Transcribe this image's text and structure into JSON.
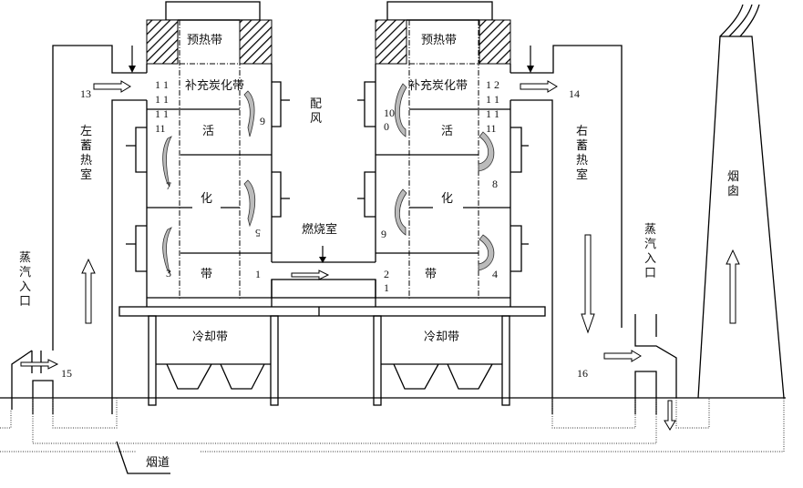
{
  "labels": {
    "preheat_zone": "预热带",
    "supp_carbonization": "补充炭化带",
    "act": "活",
    "hua": "化",
    "dai": "带",
    "air_mix": [
      "配",
      "风"
    ],
    "combustion_chamber": "燃烧室",
    "left_regenerator": [
      "左",
      "蓄",
      "热",
      "室"
    ],
    "right_regenerator": [
      "右",
      "蓄",
      "热",
      "室"
    ],
    "steam_inlet": [
      "蒸",
      "汽",
      "入",
      "口"
    ],
    "chimney": [
      "烟",
      "囱"
    ],
    "cooling_zone": "冷却带",
    "flue": "烟道"
  },
  "numbers": {
    "n13": "13",
    "n14": "14",
    "n15": "15",
    "n16": "16",
    "left_11": [
      "1 1",
      "1 1",
      "1 1",
      "11"
    ],
    "right_col": [
      "1 2",
      "1 1",
      "1 1",
      "11"
    ],
    "n9_left": "9",
    "n5": "5",
    "n3": "3",
    "n7": "7",
    "n1": "1",
    "n10": "10",
    "n0": "0",
    "n9_right": "9",
    "n8": "8",
    "n4": "4",
    "n2": "2",
    "n1b": "1"
  },
  "colors": {
    "line": "#000000",
    "curl_fill": "#bbbbbb"
  }
}
